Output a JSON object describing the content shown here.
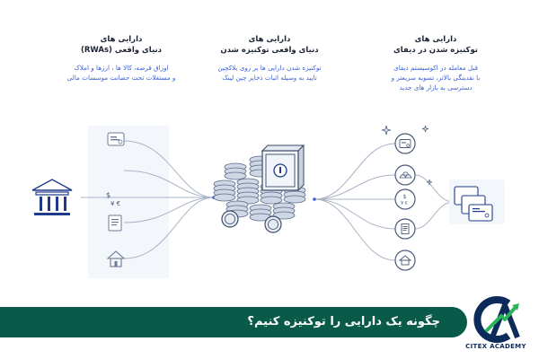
{
  "columns": {
    "rwa": {
      "title_line1": "دارایی های",
      "title_line2": "دنیای واقعی (RWAs)",
      "desc_line1": "اوراق قرضه، کالا ها ، ارزها و املاک",
      "desc_line2": "و مستغلات تحت حضانت موسسات مالی"
    },
    "tokenized": {
      "title_line1": "دارایی های",
      "title_line2": "دنیای واقعی توکنیزه شدن",
      "desc_line1": "توکنیزه شدن دارایی ها بر روی بلاکچین",
      "desc_line2": "تایید به وسیله اثبات ذخایر چین لینک"
    },
    "defi": {
      "title_line1": "دارایی های",
      "title_line2": "توکنیزه شدن در دیفای",
      "desc_line1": "قبل معامله در اکوسیستم دیفای",
      "desc_line2": "با نقدینگی بالاتر، تسویه سریعتر و",
      "desc_line3": "دسترسی به بازار های جدید"
    }
  },
  "icons": {
    "left": [
      "bank-building-icon",
      "bond-certificate-icon",
      "currency-icon",
      "document-icon",
      "real-estate-icon"
    ],
    "center": [
      "coin-stack-icon",
      "vault-safe-icon"
    ],
    "right": [
      "bond-certificate-icon",
      "gold-bars-icon",
      "currency-icon",
      "document-icon",
      "real-estate-icon",
      "defi-network-icon"
    ]
  },
  "colors": {
    "banner": "#0a5a4a",
    "accent_text": "#3a5fd8",
    "line": "#aab4c6",
    "brand_blue": "#0d2b5a",
    "brand_green": "#2bb35a"
  },
  "banner": {
    "text": "چگونه یک دارایی را توکنیزه کنیم؟"
  },
  "brand": {
    "name": "CITEX ACADEMY"
  }
}
